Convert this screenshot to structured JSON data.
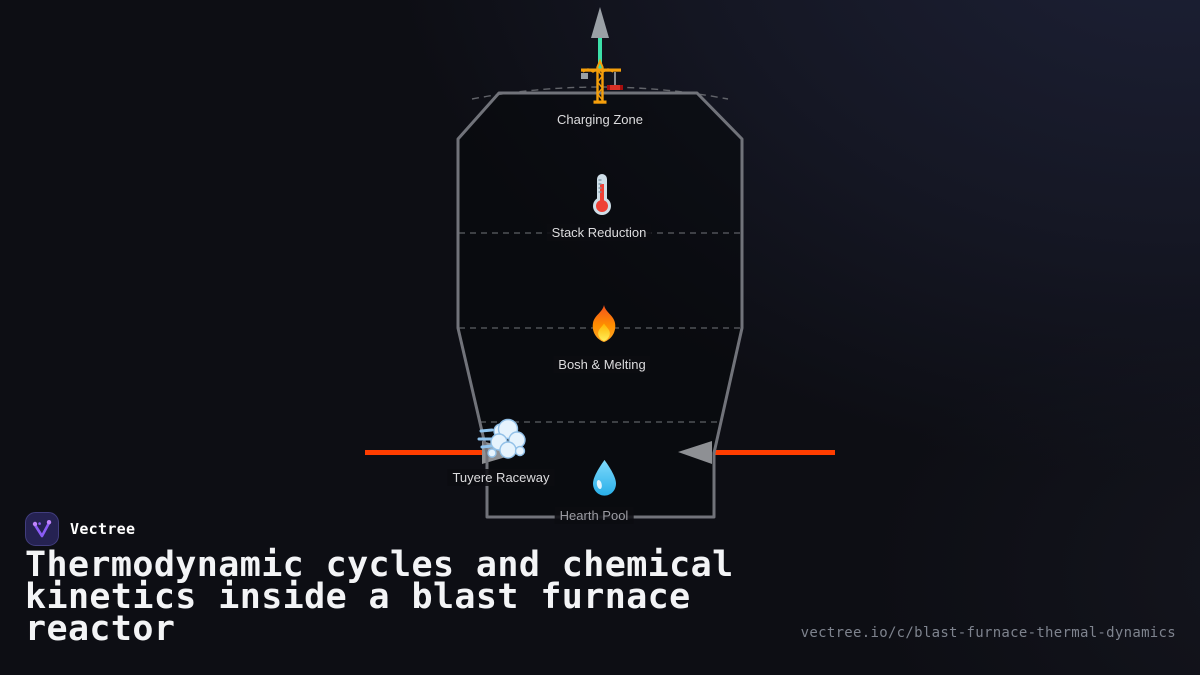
{
  "brand": {
    "name": "Vectree",
    "logo_icon": "vectree-logo-icon",
    "logo_bg_color": "#252252",
    "logo_glyph_color": "#8b5cf6"
  },
  "title": {
    "lines": [
      "Thermodynamic cycles and chemical",
      "kinetics inside a blast furnace",
      "reactor"
    ]
  },
  "footer": {
    "url": "vectree.io/c/blast-furnace-thermal-dynamics"
  },
  "diagram": {
    "name": "blast-furnace-zone-diagram",
    "zones": [
      {
        "label": "Charging Zone",
        "icon": "crane-icon"
      },
      {
        "label": "Stack Reduction",
        "icon": "thermometer-icon"
      },
      {
        "label": "Bosh & Melting",
        "icon": "fire-icon"
      },
      {
        "label": "Tuyere Raceway",
        "icon": "wind-puff-icon"
      },
      {
        "label": "Hearth Pool",
        "icon": "droplet-icon"
      }
    ],
    "colors": {
      "furnace_outline": "#71737a",
      "zone_divider": "#5d5f65",
      "blast_line": "#ff3d00",
      "blast_arrow": "#8e9094",
      "offgas_arrow": "#9aa0a6",
      "offgas_line": "#3ce0a9"
    }
  }
}
